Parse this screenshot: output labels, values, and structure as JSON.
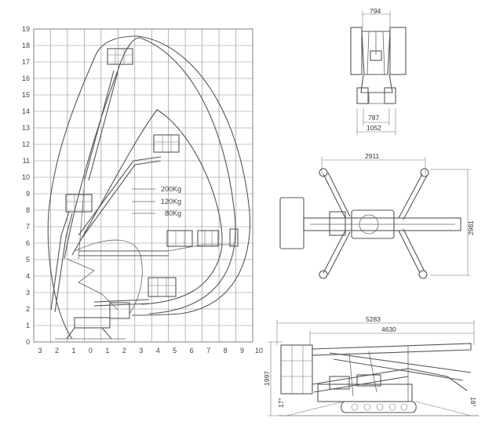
{
  "working_diagram": {
    "y_ticks": [
      "0",
      "1",
      "2",
      "3",
      "4",
      "5",
      "6",
      "7",
      "8",
      "9",
      "10",
      "11",
      "12",
      "13",
      "14",
      "15",
      "16",
      "17",
      "18",
      "19"
    ],
    "x_ticks": [
      "3",
      "2",
      "1",
      "0",
      "1",
      "2",
      "3",
      "4",
      "5",
      "6",
      "7",
      "8",
      "9",
      "10"
    ],
    "legend": [
      {
        "label": "200Kg"
      },
      {
        "label": "120Kg"
      },
      {
        "label": "80Kg"
      }
    ]
  },
  "front_view": {
    "top_width": "794",
    "inner_width": "787",
    "outer_width": "1052"
  },
  "top_view": {
    "outrigger_span": "2911",
    "outrigger_depth": "2981"
  },
  "side_view": {
    "overall_length": "5283",
    "body_length": "4630",
    "height": "1997",
    "approach_angle": "17°",
    "departure_angle": "18°"
  }
}
